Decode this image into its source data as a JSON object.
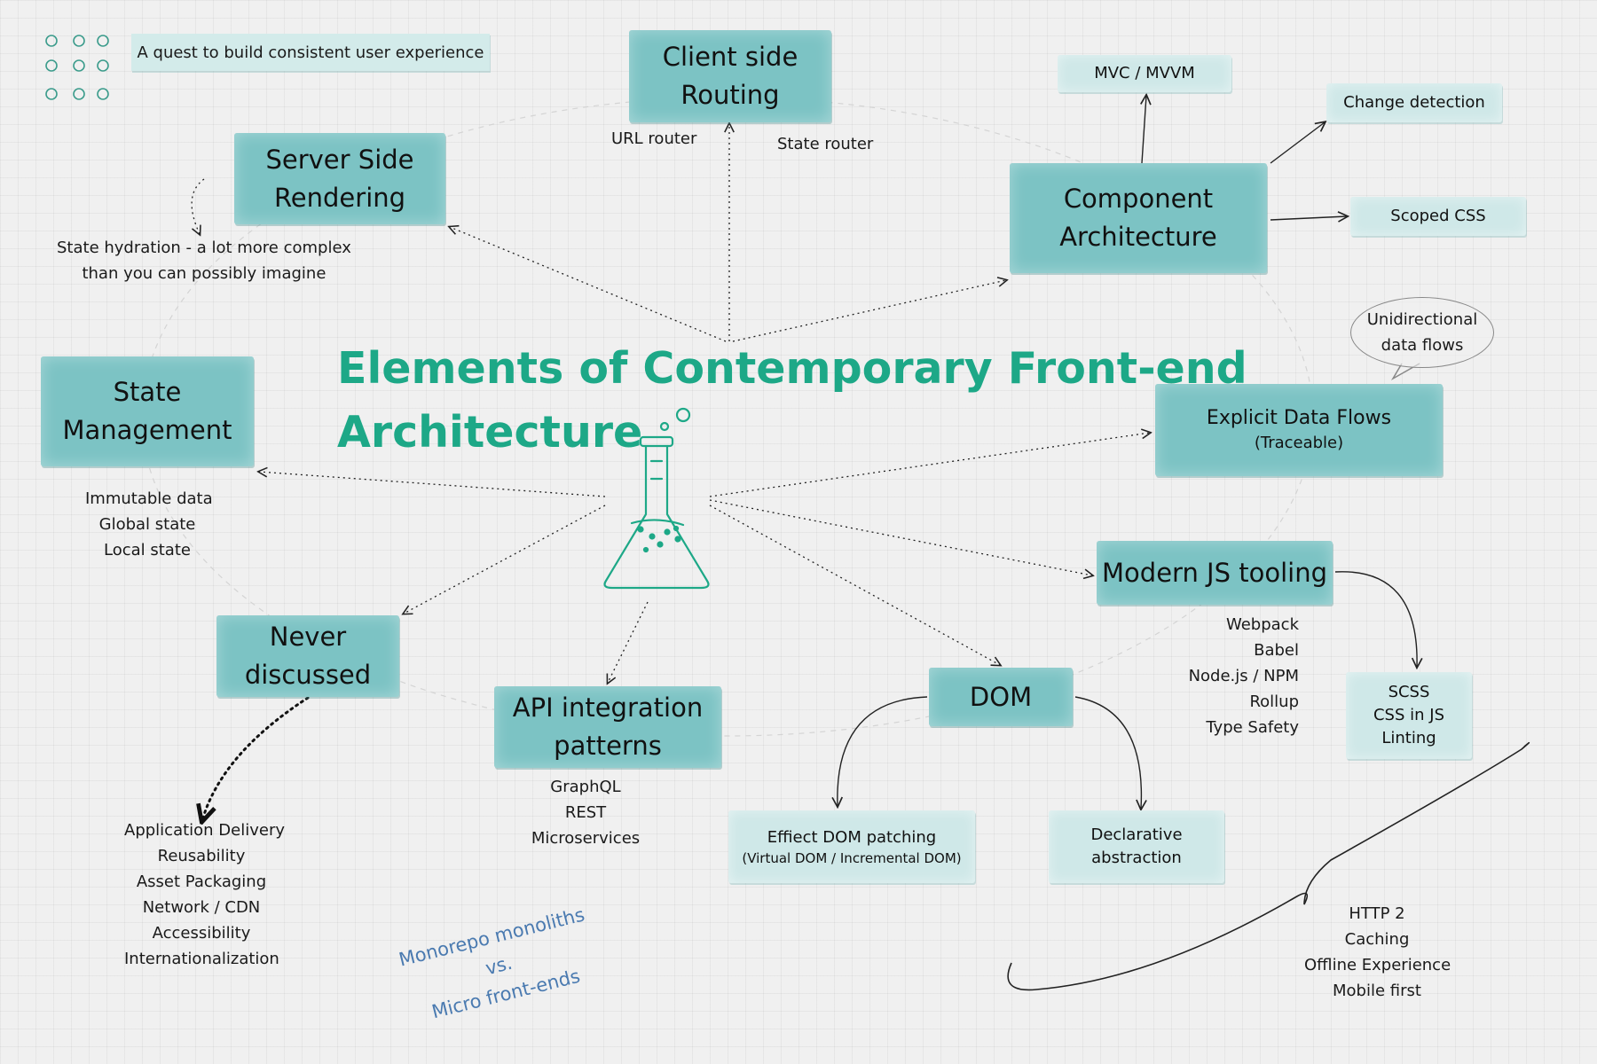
{
  "tagline": "A quest to build consistent user experience",
  "title": {
    "line1": "Elements of Contemporary Front-end",
    "line2": "Architecture"
  },
  "nodes": {
    "client_routing": {
      "line1": "Client side",
      "line2": "Routing"
    },
    "server_rendering": {
      "line1": "Server Side",
      "line2": "Rendering"
    },
    "component_arch": {
      "line1": "Component",
      "line2": "Architecture"
    },
    "state_mgmt": {
      "line1": "State",
      "line2": "Management"
    },
    "explicit_flows": {
      "line1": "Explicit Data Flows",
      "line2": "(Traceable)"
    },
    "modern_tooling": {
      "line1": "Modern JS tooling"
    },
    "never_discussed": {
      "line1": "Never",
      "line2": "discussed"
    },
    "api_patterns": {
      "line1": "API integration",
      "line2": "patterns"
    },
    "dom": {
      "line1": "DOM"
    },
    "mvc": {
      "line1": "MVC / MVVM"
    },
    "change_detection": {
      "line1": "Change detection"
    },
    "scoped_css": {
      "line1": "Scoped CSS"
    },
    "dom_patching": {
      "line1": "Effiect DOM patching",
      "line2": "(Virtual DOM / Incremental DOM)"
    },
    "declarative": {
      "line1": "Declarative",
      "line2": "abstraction"
    },
    "css_tools": {
      "items": [
        "SCSS",
        "CSS in JS",
        "Linting"
      ]
    }
  },
  "labels": {
    "url_router": "URL router",
    "state_router": "State router",
    "hydration": {
      "line1": "State hydration - a lot more complex",
      "line2": "than you can possibly imagine"
    },
    "unidirectional": {
      "line1": "Unidirectional",
      "line2": "data flows"
    },
    "state_items": [
      "Immutable data",
      "Global state",
      "Local state"
    ],
    "tooling_items": [
      "Webpack",
      "Babel",
      "Node.js / NPM",
      "Rollup",
      "Type Safety"
    ],
    "api_items": [
      "GraphQL",
      "REST",
      "Microservices"
    ],
    "never_items": [
      "Application Delivery",
      "Reusability",
      "Asset Packaging",
      "Network / CDN",
      "Accessibility",
      "Internationalization"
    ],
    "network_items": [
      "HTTP 2",
      "Caching",
      "Offline Experience",
      "Mobile first"
    ],
    "monorepo": {
      "line1": "Monorepo monoliths",
      "line2": "vs.",
      "line3": "Micro front-ends"
    }
  },
  "colors": {
    "box": "#7cc3c4",
    "box_light": "#cfe8e8",
    "title": "#1da887",
    "monorepo": "#4a7ab0"
  }
}
